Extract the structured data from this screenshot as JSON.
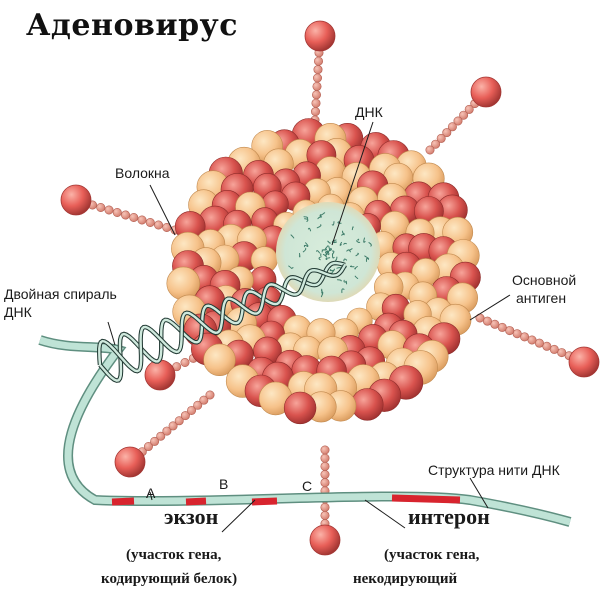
{
  "title": "Аденовирус",
  "labels": {
    "dna": "ДНК",
    "fibers": "Волокна",
    "double_helix_line1": "Двойная спираль",
    "double_helix_line2": "ДНК",
    "main_antigen_line1": "Основной",
    "main_antigen_line2": "антиген",
    "strand_structure": "Структура нити ДНК",
    "segment_a": "A",
    "segment_b": "B",
    "segment_c": "C",
    "exon": "экзон",
    "exon_note_line1": "(участок гена,",
    "exon_note_line2": "кодирующий белок)",
    "intron": "интерон",
    "intron_note_line1": "(участок гена,",
    "intron_note_line2": "некодирующий"
  },
  "colors": {
    "capsomer_dark": "#d9534e",
    "capsomer_light": "#f6c28a",
    "fiber": "#e08c7c",
    "knob": "#e85f58",
    "core": "#cfe6d6",
    "strand": "#bfe3d6",
    "exon_band": "#d8242e",
    "helix": "#233b35"
  }
}
